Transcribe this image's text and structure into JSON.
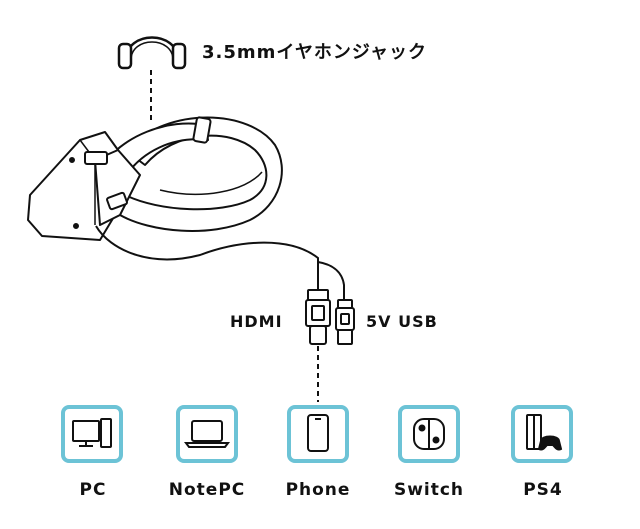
{
  "headphone_jack": {
    "label": "3.5mmイヤホンジャック",
    "icon": "headphones-icon"
  },
  "connectors": {
    "hdmi_label": "HDMI",
    "usb_label": "5V USB"
  },
  "accent_color": "#6cc3d6",
  "devices": [
    {
      "label": "PC",
      "icon": "desktop-pc-icon"
    },
    {
      "label": "NotePC",
      "icon": "laptop-icon"
    },
    {
      "label": "Phone",
      "icon": "smartphone-icon"
    },
    {
      "label": "Switch",
      "icon": "game-console-switch-icon"
    },
    {
      "label": "PS4",
      "icon": "game-console-ps4-icon"
    }
  ]
}
